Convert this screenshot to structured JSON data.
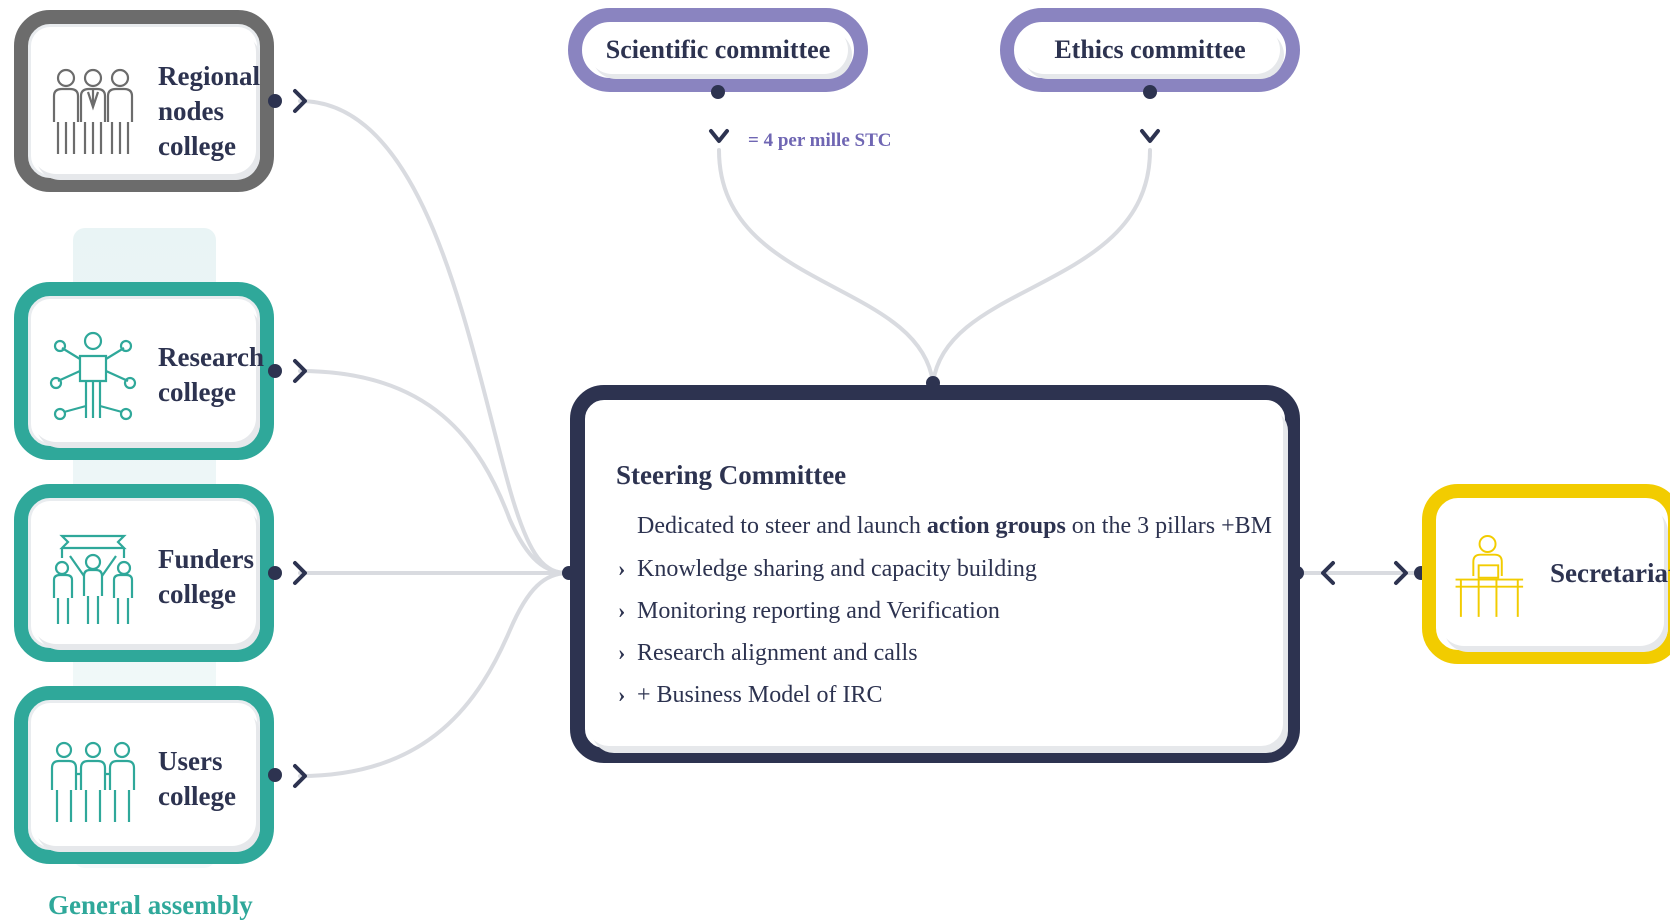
{
  "colleges": {
    "regional": {
      "label_lines": [
        "Regional",
        "nodes",
        "college"
      ],
      "color": "#6c6c6c",
      "icon": "group-people-icon"
    },
    "research": {
      "label_lines": [
        "Research",
        "college"
      ],
      "color": "#2fa89a",
      "icon": "network-person-icon"
    },
    "funders": {
      "label_lines": [
        "Funders",
        "college"
      ],
      "color": "#2fa89a",
      "icon": "banner-people-icon"
    },
    "users": {
      "label_lines": [
        "Users",
        "college"
      ],
      "color": "#2fa89a",
      "icon": "group-people-icon"
    }
  },
  "general_assembly": "General assembly",
  "committees": {
    "scientific": {
      "label": "Scientific committee"
    },
    "ethics": {
      "label": "Ethics committee"
    },
    "note": "= 4 per mille STC",
    "color": "#8a84c0"
  },
  "steering": {
    "title": "Steering Committee",
    "intro_prefix": "Dedicated to steer and launch ",
    "intro_bold": "action groups",
    "intro_suffix": " on the 3 pillars +BM",
    "items": [
      "Knowledge sharing and capacity building",
      "Monitoring reporting and Verification",
      "Research alignment and calls",
      "+ Business Model of IRC"
    ],
    "color": "#2d3350"
  },
  "secretariat": {
    "label": "Secretariat",
    "color": "#f2cc00",
    "icon": "desk-person-icon"
  }
}
